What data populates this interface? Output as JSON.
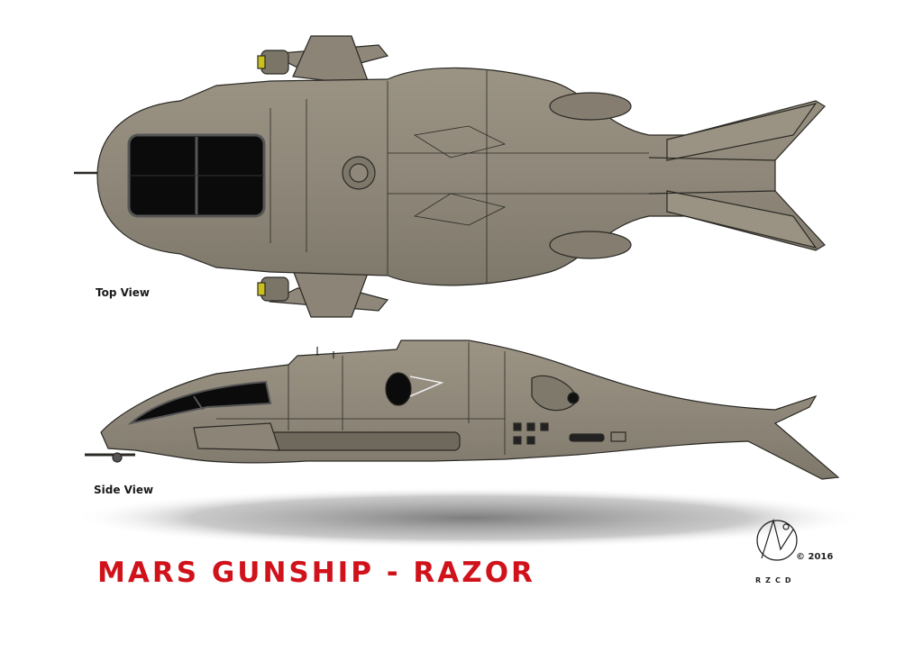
{
  "labels": {
    "top_view": "Top View",
    "side_view": "Side View"
  },
  "title": "MARS GUNSHIP - RAZOR",
  "signature": {
    "year": "© 2016",
    "initials": "RZCD"
  },
  "colors": {
    "hull": "#8f887a",
    "hull_light": "#a49d8e",
    "hull_dark": "#6e685c",
    "outline": "#2b2925",
    "canopy": "#0b0b0b",
    "title_red": "#d0121b",
    "shadow": "#9a9a9a",
    "missile_tip": "#c9c11a"
  }
}
